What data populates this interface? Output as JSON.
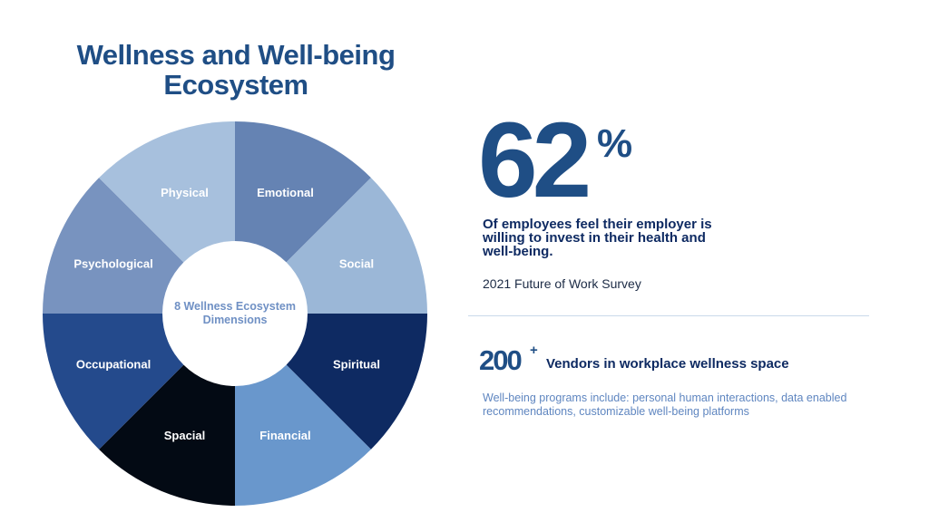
{
  "title": "Wellness and Well-being Ecosystem",
  "wheel": {
    "center_label": "8 Wellness Ecosystem Dimensions",
    "segments": [
      {
        "label": "Emotional",
        "color": "#6583b3"
      },
      {
        "label": "Social",
        "color": "#9bb7d7"
      },
      {
        "label": "Spiritual",
        "color": "#0e2a62"
      },
      {
        "label": "Financial",
        "color": "#6997cc"
      },
      {
        "label": "Spacial",
        "color": "#030a14"
      },
      {
        "label": "Occupational",
        "color": "#244a8c"
      },
      {
        "label": "Psychological",
        "color": "#7893bf"
      },
      {
        "label": "Physical",
        "color": "#a7c0dd"
      }
    ]
  },
  "stat1": {
    "value": "62",
    "suffix": "%",
    "description": "Of employees feel their employer is willing to invest in their health and well-being.",
    "source": "2021 Future of Work Survey"
  },
  "stat2": {
    "value": "200",
    "suffix": "+",
    "description": "Vendors in workplace wellness space",
    "note": "Well-being programs include: personal human interactions, data enabled recommendations, customizable well-being platforms"
  }
}
